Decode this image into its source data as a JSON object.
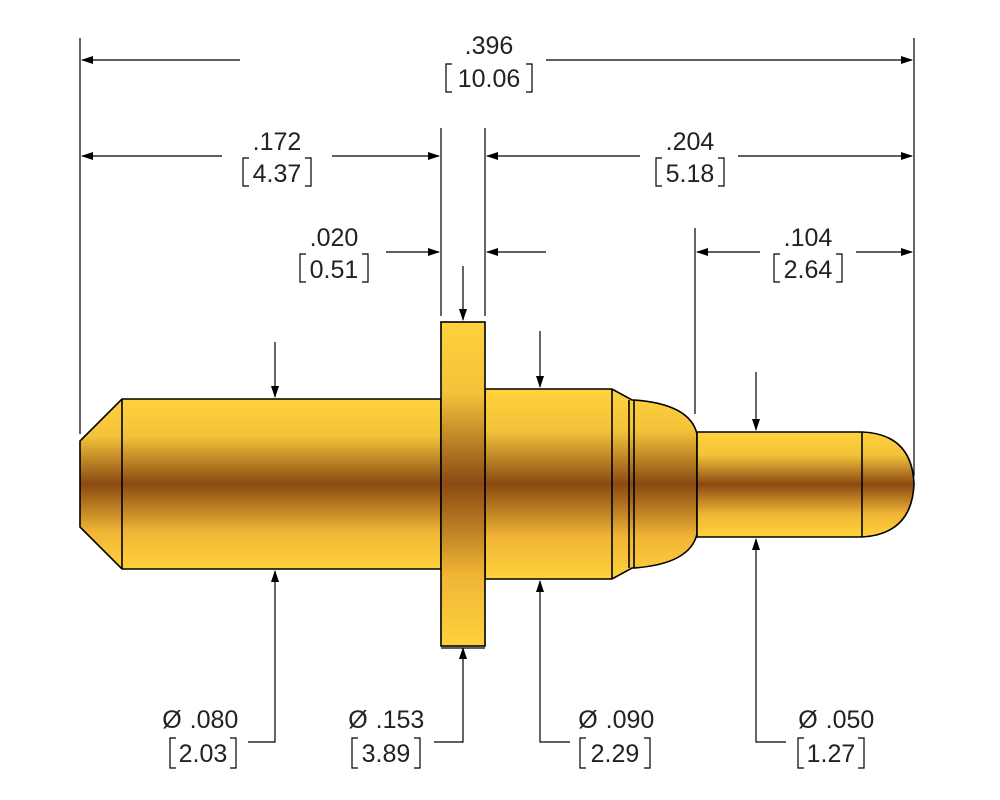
{
  "colors": {
    "gold_light": "#FFD23C",
    "gold_mid": "#E2A22E",
    "gold_dark": "#8A4A12",
    "line": "#000000",
    "background": "#FFFFFF"
  },
  "dimensions": {
    "overall_length": {
      "inch": ".396",
      "mm": "10.06"
    },
    "left_length": {
      "inch": ".172",
      "mm": "4.37"
    },
    "right_length": {
      "inch": ".204",
      "mm": "5.18"
    },
    "flange_thickness": {
      "inch": ".020",
      "mm": "0.51"
    },
    "tip_length": {
      "inch": ".104",
      "mm": "2.64"
    }
  },
  "diameters": {
    "symbol": "Ø",
    "tail": {
      "inch": ".080",
      "mm": "2.03"
    },
    "flange": {
      "inch": ".153",
      "mm": "3.89"
    },
    "barrel": {
      "inch": ".090",
      "mm": "2.29"
    },
    "plunger": {
      "inch": ".050",
      "mm": "1.27"
    }
  }
}
